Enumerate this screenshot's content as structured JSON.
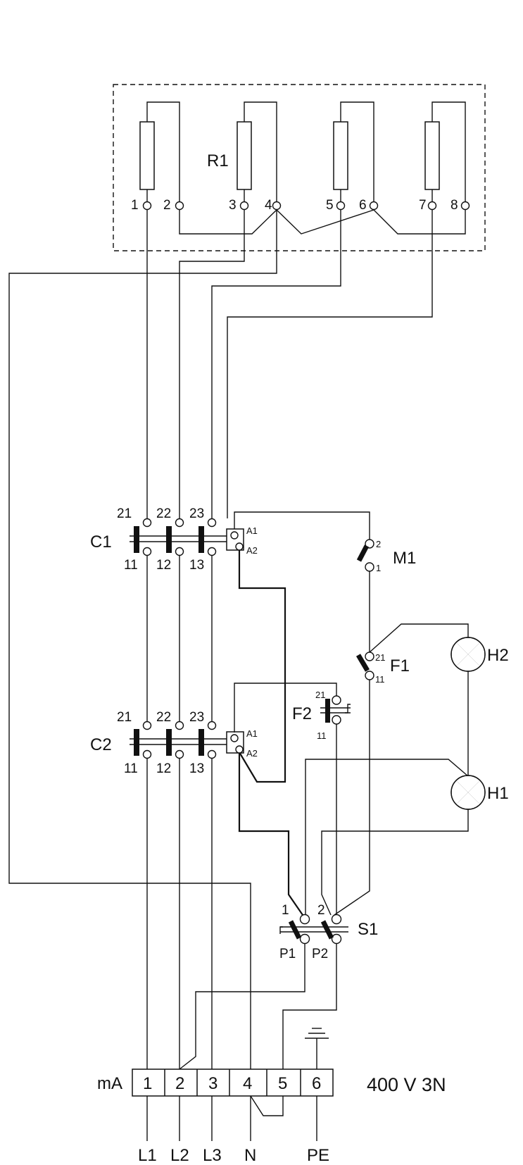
{
  "heater": {
    "label": "R1",
    "terminals": [
      "1",
      "2",
      "3",
      "4",
      "5",
      "6",
      "7",
      "8"
    ]
  },
  "contactor_c1": {
    "label": "C1",
    "top_terminals": [
      "21",
      "22",
      "23"
    ],
    "bottom_terminals": [
      "11",
      "12",
      "13"
    ],
    "coil_terminals": [
      "A1",
      "A2"
    ]
  },
  "contactor_c2": {
    "label": "C2",
    "top_terminals": [
      "21",
      "22",
      "23"
    ],
    "bottom_terminals": [
      "11",
      "12",
      "13"
    ],
    "coil_terminals": [
      "A1",
      "A2"
    ]
  },
  "switch_m1": {
    "label": "M1",
    "terminals": [
      "2",
      "1"
    ]
  },
  "switch_f1": {
    "label": "F1",
    "terminals": [
      "21",
      "11"
    ]
  },
  "switch_f2": {
    "label": "F2",
    "terminals": [
      "21",
      "11"
    ]
  },
  "switch_s1": {
    "label": "S1",
    "terminals": [
      "1",
      "2",
      "P1",
      "P2"
    ]
  },
  "lamps": {
    "h1": "H1",
    "h2": "H2"
  },
  "terminal_block": {
    "label": "mA",
    "terminals": [
      "1",
      "2",
      "3",
      "4",
      "5",
      "6"
    ],
    "supply": [
      "L1",
      "L2",
      "L3",
      "N",
      "PE"
    ]
  },
  "voltage_label": "400 V 3N"
}
